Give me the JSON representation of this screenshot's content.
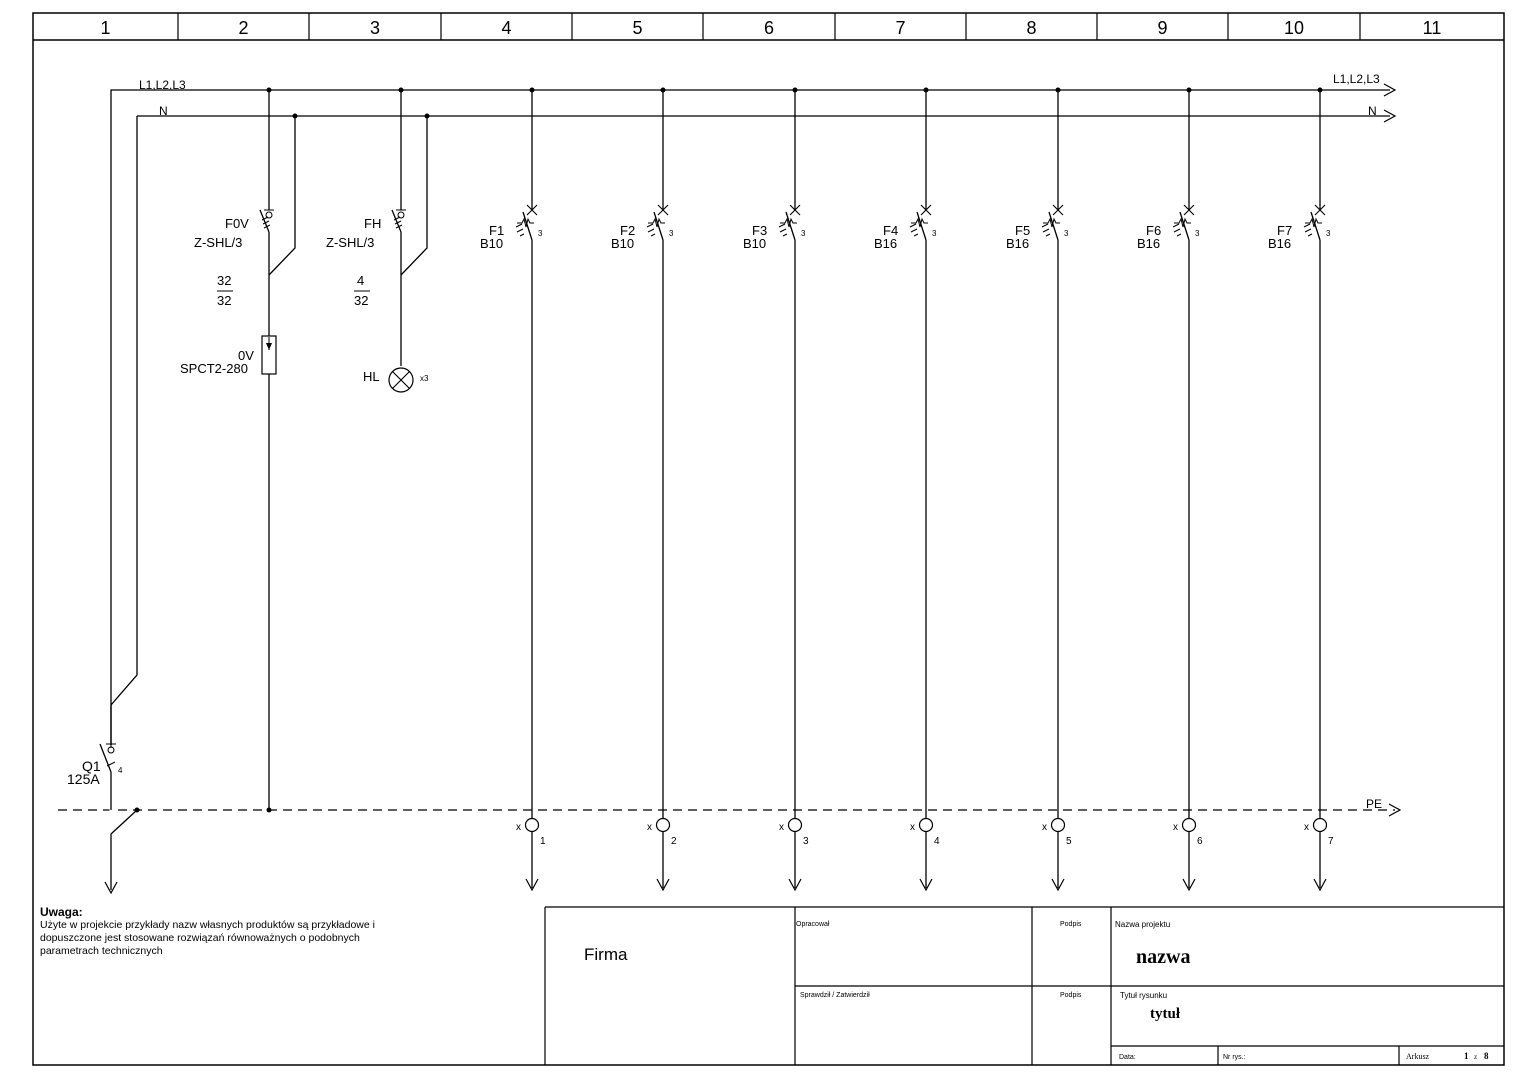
{
  "columns": [
    "1",
    "2",
    "3",
    "4",
    "5",
    "6",
    "7",
    "8",
    "9",
    "10",
    "11"
  ],
  "bus": {
    "phase_left": "L1,L2,L3",
    "neutral_left": "N",
    "phase_right": "L1,L2,L3",
    "neutral_right": "N",
    "pe": "PE"
  },
  "main_switch": {
    "label": "Q1",
    "rating": "125A",
    "poles": "4"
  },
  "surge": {
    "switch_label": "F0V",
    "switch_type": "Z-SHL/3",
    "frac_top": "32",
    "frac_bottom": "32",
    "arrester_label": "0V",
    "arrester_type": "SPCT2-280"
  },
  "lamp_branch": {
    "switch_label": "FH",
    "switch_type": "Z-SHL/3",
    "frac_top": "4",
    "frac_bottom": "32",
    "lamp_label": "HL",
    "lamp_qty": "x3"
  },
  "breakers": [
    {
      "label": "F1",
      "rating": "B10",
      "poles": "3",
      "terminal": "1"
    },
    {
      "label": "F2",
      "rating": "B10",
      "poles": "3",
      "terminal": "2"
    },
    {
      "label": "F3",
      "rating": "B10",
      "poles": "3",
      "terminal": "3"
    },
    {
      "label": "F4",
      "rating": "B16",
      "poles": "3",
      "terminal": "4"
    },
    {
      "label": "F5",
      "rating": "B16",
      "poles": "3",
      "terminal": "5"
    },
    {
      "label": "F6",
      "rating": "B16",
      "poles": "3",
      "terminal": "6"
    },
    {
      "label": "F7",
      "rating": "B16",
      "poles": "3",
      "terminal": "7"
    }
  ],
  "terminal_prefix": "x",
  "note": {
    "heading": "Uwaga:",
    "text": "Użyte w projekcie przykłady nazw własnych produktów są przykładowe i dopuszczone jest stosowane rozwiązań równoważnych o podobnych parametrach technicznych"
  },
  "title_block": {
    "company": "Firma",
    "prepared": "Opracował",
    "signature_1": "Podpis",
    "checked": "Sprawdził / Zatwierdził",
    "signature_2": "Podpis",
    "project_label": "Nazwa projektu",
    "project_name": "nazwa",
    "drawing_label": "Tytuł rysunku",
    "drawing_title": "tytuł",
    "date_label": "Data:",
    "number_label": "Nr rys.:",
    "sheet_label": "Arkusz",
    "sheet_current": "1",
    "sheet_sep": "z",
    "sheet_total": "8"
  }
}
